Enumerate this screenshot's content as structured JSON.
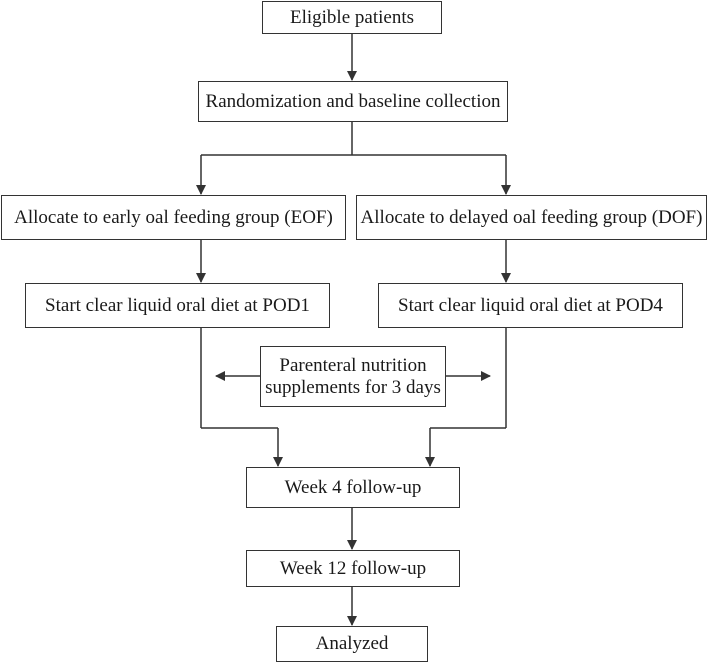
{
  "nodes": {
    "eligible": "Eligible patients",
    "randomization": "Randomization and baseline collection",
    "eof": "Allocate to early oal feeding group (EOF)",
    "dof": "Allocate to delayed oal feeding group (DOF)",
    "start_pod1": "Start clear liquid oral diet at POD1",
    "start_pod4": "Start clear liquid oral diet at POD4",
    "parenteral_line1": "Parenteral nutrition",
    "parenteral_line2": "supplements for 3 days",
    "week4": "Week 4 follow-up",
    "week12": "Week 12 follow-up",
    "analyzed": "Analyzed"
  },
  "colors": {
    "line": "#333333",
    "box_border": "#333333",
    "text": "#1a1a1a",
    "background": "#ffffff"
  }
}
